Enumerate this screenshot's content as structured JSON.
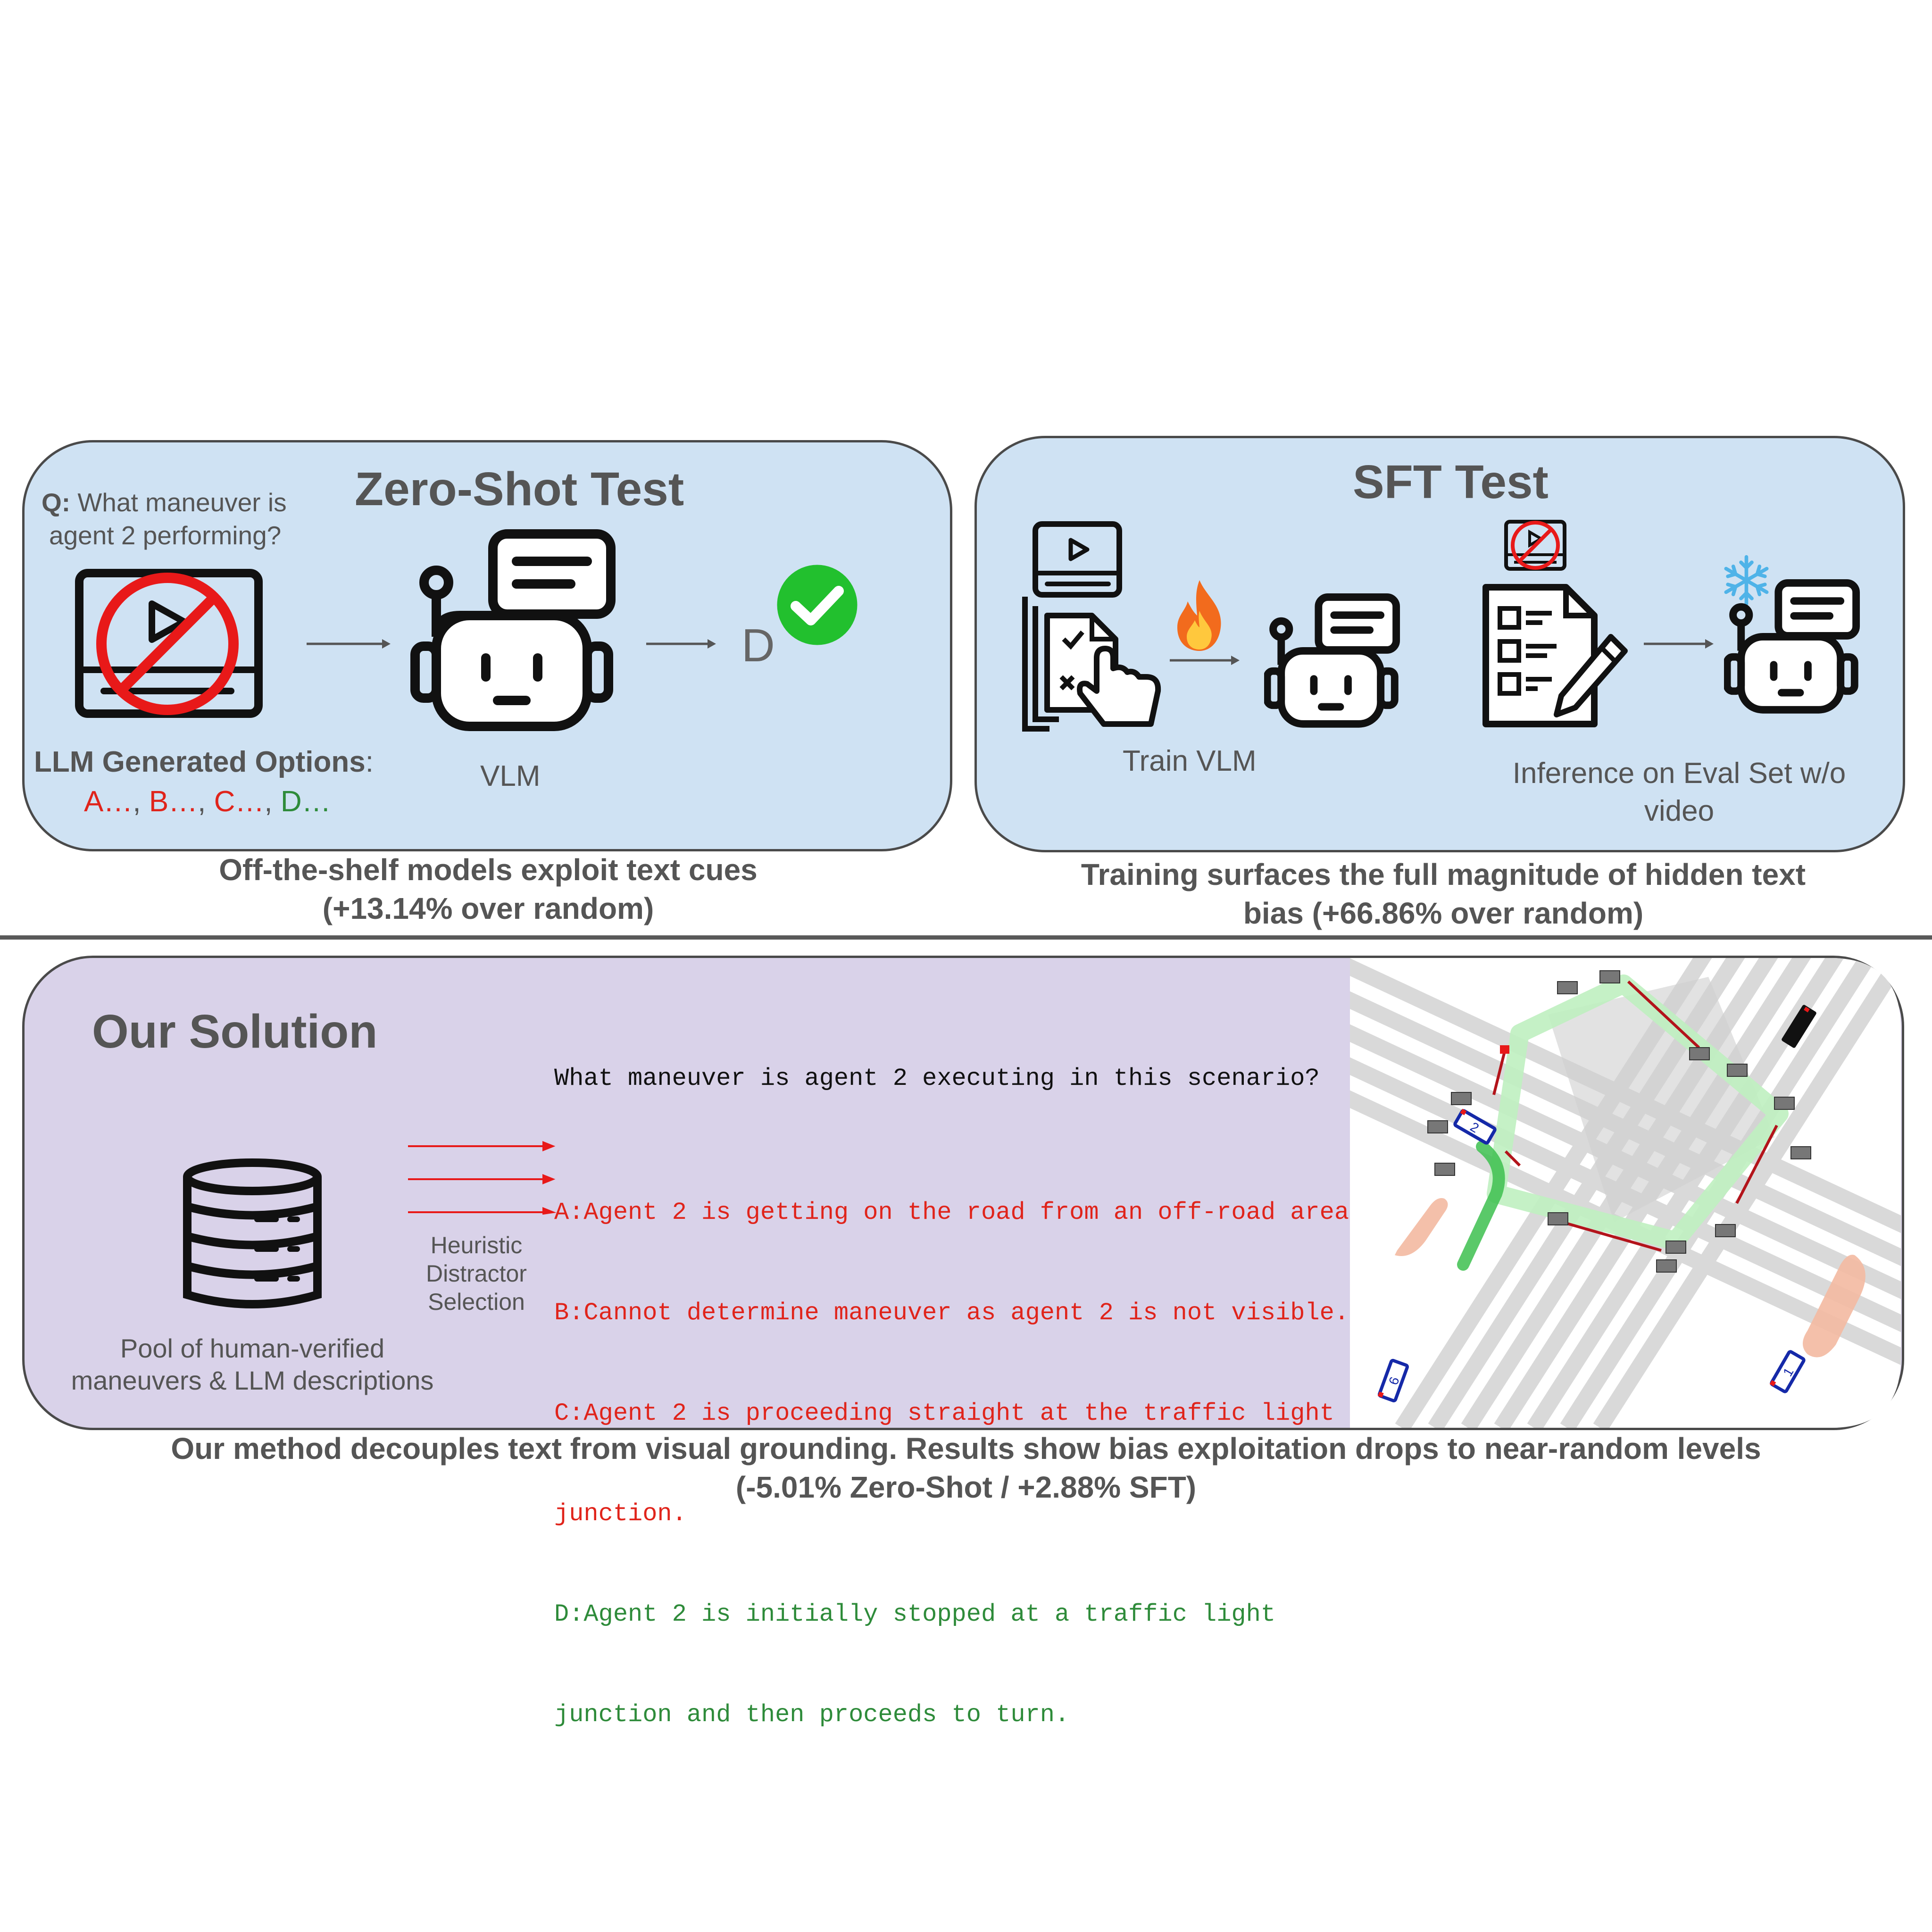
{
  "zero_shot": {
    "title": "Zero-Shot Test",
    "question_prefix": "Q:",
    "question_line1": " What maneuver is",
    "question_line2": "agent 2 performing?",
    "options_label": "LLM Generated Options",
    "options_colon": ":",
    "option_a": "A…",
    "option_b": "B…",
    "option_c": "C…",
    "option_d": "D…",
    "sep": ", ",
    "vlm_label": "VLM",
    "answer": "D",
    "caption_line1": "Off-the-shelf models exploit text cues",
    "caption_line2": "(+13.14% over random)"
  },
  "sft": {
    "title": "SFT Test",
    "train_label": "Train VLM",
    "inference_line1": "Inference on Eval Set w/o",
    "inference_line2": "video",
    "caption_line1": "Training surfaces the full magnitude of hidden text",
    "caption_line2": "bias (+66.86% over random)"
  },
  "solution": {
    "title": "Our Solution",
    "pool_line1": "Pool of human-verified",
    "pool_line2": "maneuvers & LLM descriptions",
    "heuristic_line1": "Heuristic",
    "heuristic_line2": "Distractor",
    "heuristic_line3": "Selection",
    "question": "What maneuver is agent 2 executing in this scenario?",
    "option_a": "A:Agent 2 is getting on the road from an off-road area.",
    "option_b": "B:Cannot determine maneuver as agent 2 is not visible.",
    "option_c1": "C:Agent 2 is proceeding straight at the traffic light",
    "option_c2": "junction.",
    "option_d1": "D:Agent 2 is initially stopped at a traffic light",
    "option_d2": "junction and then proceeds to turn.",
    "caption_line1": "Our method decouples text from visual grounding. Results show bias exploitation drops to near-random levels",
    "caption_line2": "(-5.01% Zero-Shot / +2.88% SFT)"
  },
  "map_labels": {
    "agent_2": "2",
    "agent_1": "1",
    "agent_6": "6"
  },
  "colors": {
    "panel_blue": "#cfe2f3",
    "panel_purple": "#d9d2e9",
    "distractor_red": "#e0241b",
    "correct_green": "#2e8b3a",
    "check_green": "#22c02e"
  }
}
